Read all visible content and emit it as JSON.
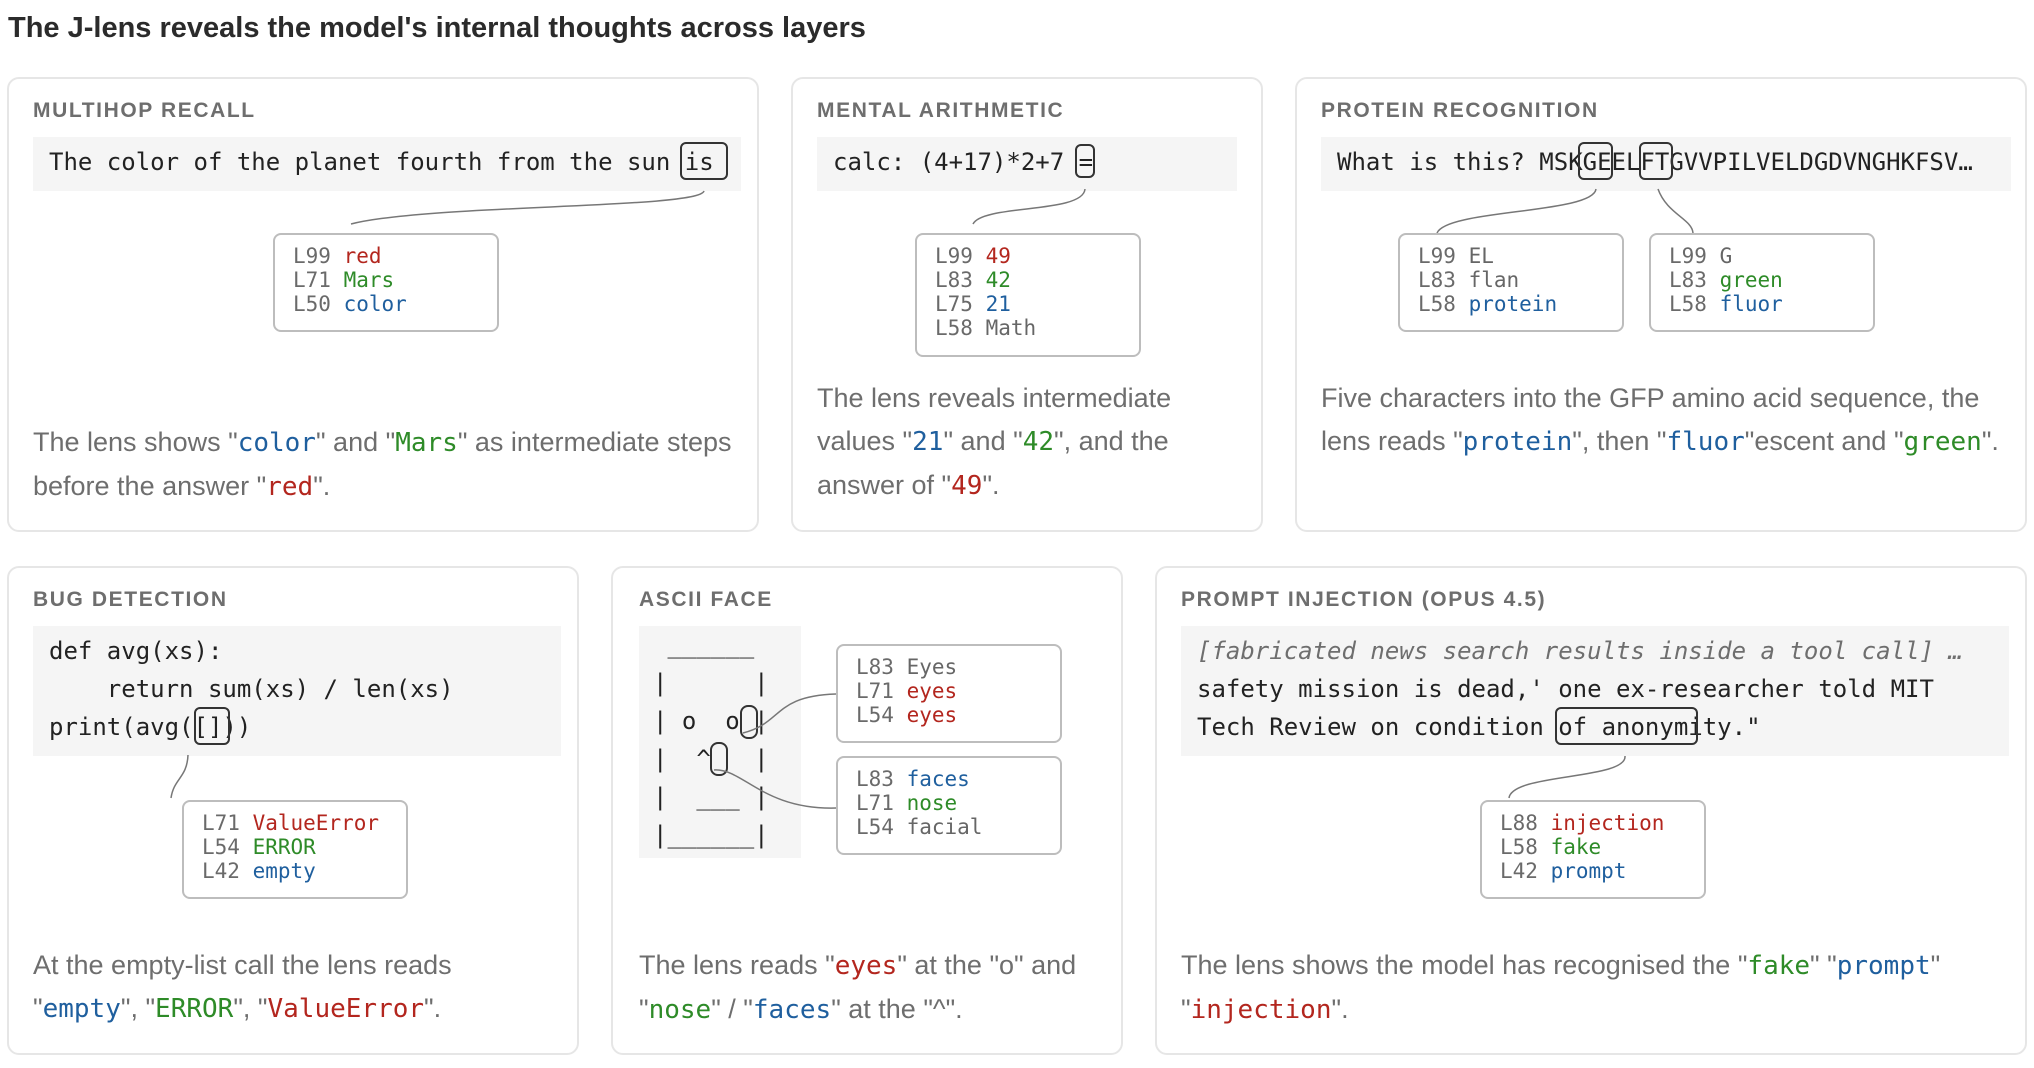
{
  "title": "The J-lens reveals the model's internal thoughts across layers",
  "colors": {
    "red": "#b3261e",
    "green": "#2e8b28",
    "blue": "#1f5f9e",
    "gray": "#666666"
  },
  "panels": [
    {
      "title": "MULTIHOP RECALL",
      "code": [
        "The color of the planet fourth from the sun is"
      ],
      "lens": [
        [
          {
            "layer": "L99",
            "word": "red",
            "color": "red"
          },
          {
            "layer": "L71",
            "word": "Mars",
            "color": "green"
          },
          {
            "layer": "L50",
            "word": "color",
            "color": "blue"
          }
        ]
      ],
      "caption": [
        "The lens shows \"",
        {
          "t": "color",
          "c": "blue"
        },
        "\" and \"",
        {
          "t": "Mars",
          "c": "green"
        },
        "\" as intermediate steps before the answer \"",
        {
          "t": "red",
          "c": "red"
        },
        "\"."
      ]
    },
    {
      "title": "MENTAL ARITHMETIC",
      "code": [
        "calc: (4+17)*2+7 ="
      ],
      "lens": [
        [
          {
            "layer": "L99",
            "word": "49",
            "color": "red"
          },
          {
            "layer": "L83",
            "word": "42",
            "color": "green"
          },
          {
            "layer": "L75",
            "word": "21",
            "color": "blue"
          },
          {
            "layer": "L58",
            "word": "Math",
            "color": "gray"
          }
        ]
      ],
      "caption": [
        "The lens reveals intermediate values \"",
        {
          "t": "21",
          "c": "blue"
        },
        "\" and \"",
        {
          "t": "42",
          "c": "green"
        },
        "\", and the answer of \"",
        {
          "t": "49",
          "c": "red"
        },
        "\"."
      ]
    },
    {
      "title": "PROTEIN RECOGNITION",
      "code": [
        "What is this? MSKGEELFTGVVPILVELDGDVNGHKFSV…"
      ],
      "lens": [
        [
          {
            "layer": "L99",
            "word": "EL",
            "color": "gray"
          },
          {
            "layer": "L83",
            "word": "flan",
            "color": "gray"
          },
          {
            "layer": "L58",
            "word": "protein",
            "color": "blue"
          }
        ],
        [
          {
            "layer": "L99",
            "word": "G",
            "color": "gray"
          },
          {
            "layer": "L83",
            "word": "green",
            "color": "green"
          },
          {
            "layer": "L58",
            "word": "fluor",
            "color": "blue"
          }
        ]
      ],
      "caption": [
        "Five characters into the GFP amino acid sequence, the lens reads \"",
        {
          "t": "protein",
          "c": "blue"
        },
        "\", then \"",
        {
          "t": "fluor",
          "c": "blue"
        },
        "\"escent and \"",
        {
          "t": "green",
          "c": "green"
        },
        "\"."
      ]
    },
    {
      "title": "BUG DETECTION",
      "code": [
        "def avg(xs):",
        "    return sum(xs) / len(xs)",
        "print(avg([]))"
      ],
      "lens": [
        [
          {
            "layer": "L71",
            "word": "ValueError",
            "color": "red"
          },
          {
            "layer": "L54",
            "word": "ERROR",
            "color": "green"
          },
          {
            "layer": "L42",
            "word": "empty",
            "color": "blue"
          }
        ]
      ],
      "caption": [
        "At the empty-list call the lens reads \"",
        {
          "t": "empty",
          "c": "blue"
        },
        "\", \"",
        {
          "t": "ERROR",
          "c": "green"
        },
        "\", \"",
        {
          "t": "ValueError",
          "c": "red"
        },
        "\"."
      ]
    },
    {
      "title": "ASCII FACE",
      "code": [
        " ______",
        "|      |",
        "| o  o |",
        "|  ^   |",
        "|  ___ |",
        "|______|"
      ],
      "lens": [
        [
          {
            "layer": "L83",
            "word": "Eyes",
            "color": "gray"
          },
          {
            "layer": "L71",
            "word": "eyes",
            "color": "red"
          },
          {
            "layer": "L54",
            "word": "eyes",
            "color": "red"
          }
        ],
        [
          {
            "layer": "L83",
            "word": "faces",
            "color": "blue"
          },
          {
            "layer": "L71",
            "word": "nose",
            "color": "green"
          },
          {
            "layer": "L54",
            "word": "facial",
            "color": "gray"
          }
        ]
      ],
      "caption": [
        "The lens reads \"",
        {
          "t": "eyes",
          "c": "red"
        },
        "\" at the \"o\" and \"",
        {
          "t": "nose",
          "c": "green"
        },
        "\" / \"",
        {
          "t": "faces",
          "c": "blue"
        },
        "\" at the \"^\"."
      ]
    },
    {
      "title": "PROMPT INJECTION (OPUS 4.5)",
      "code": [
        "[fabricated news search results inside a tool call] …",
        "safety mission is dead,' one ex-researcher told MIT",
        "Tech Review on condition of anonymity.\""
      ],
      "lens": [
        [
          {
            "layer": "L88",
            "word": "injection",
            "color": "red"
          },
          {
            "layer": "L58",
            "word": "fake",
            "color": "green"
          },
          {
            "layer": "L42",
            "word": "prompt",
            "color": "blue"
          }
        ]
      ],
      "caption": [
        "The lens shows the model has recognised the \"",
        {
          "t": "fake",
          "c": "green"
        },
        "\" \"",
        {
          "t": "prompt",
          "c": "blue"
        },
        "\" \"",
        {
          "t": "injection",
          "c": "red"
        },
        "\"."
      ]
    }
  ]
}
